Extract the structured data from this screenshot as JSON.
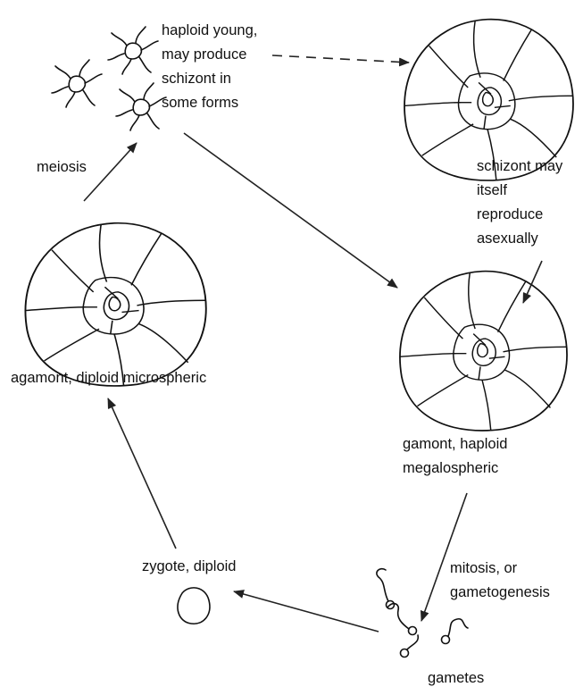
{
  "labels": {
    "haploid_young": [
      "haploid young,",
      "may produce",
      "schizont in",
      "some forms"
    ],
    "meiosis": "meiosis",
    "schizont": [
      "schizont may",
      "itself",
      "reproduce",
      "asexually"
    ],
    "agamont": "agamont, diploid microspheric",
    "gamont": [
      "gamont, haploid",
      "megalospheric"
    ],
    "mitosis": [
      "mitosis, or",
      "gametogenesis"
    ],
    "zygote": "zygote, diploid",
    "gametes": "gametes"
  }
}
